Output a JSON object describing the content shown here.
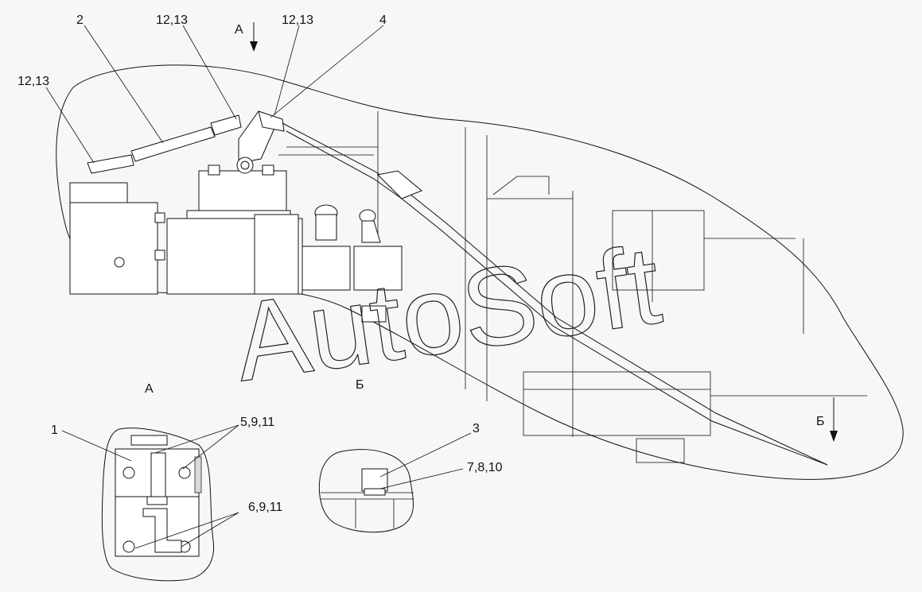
{
  "labels": {
    "part_2": "2",
    "part_12_13_a": "12,13",
    "part_12_13_b": "12,13",
    "part_12_13_c": "12,13",
    "part_4": "4",
    "part_1": "1",
    "part_3": "3",
    "part_5_9_11": "5,9,11",
    "part_6_9_11": "6,9,11",
    "part_7_8_10": "7,8,10"
  },
  "views": {
    "view_a_arrow": "А",
    "view_a_title": "А",
    "view_b_title": "Б",
    "view_b_arrow": "Б"
  },
  "watermark": "AutoSoft",
  "colors": {
    "line": "#111111",
    "background": "#f7f7f7",
    "fill_gray": "#d9d9d9"
  }
}
